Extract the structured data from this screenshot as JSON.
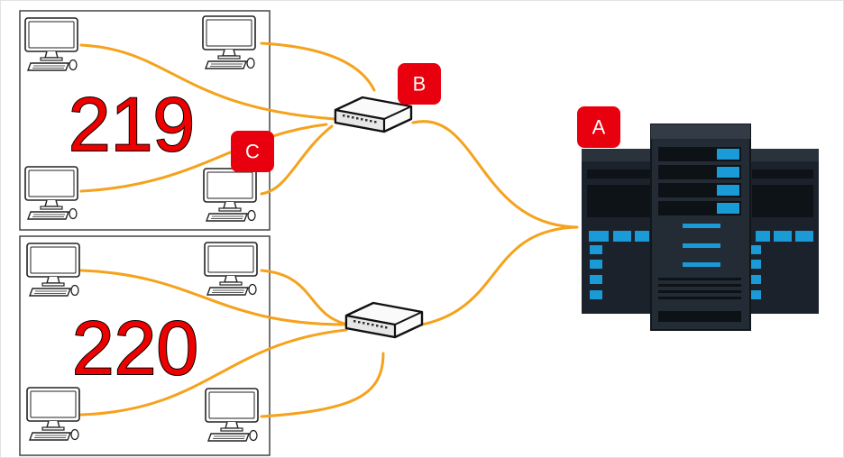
{
  "rooms": [
    {
      "number": "219"
    },
    {
      "number": "220"
    }
  ],
  "labels": {
    "a": "A",
    "b": "B",
    "c": "C"
  },
  "colors": {
    "cable": "#f5a21c",
    "badge": "#e8000f",
    "room_number": "#ee0000",
    "server_accent": "#1a9ad6",
    "server_body": "#1b222b"
  },
  "icons": {
    "workstation": "desktop-computer-icon",
    "switch": "network-switch-icon",
    "server": "server-rack-icon"
  }
}
